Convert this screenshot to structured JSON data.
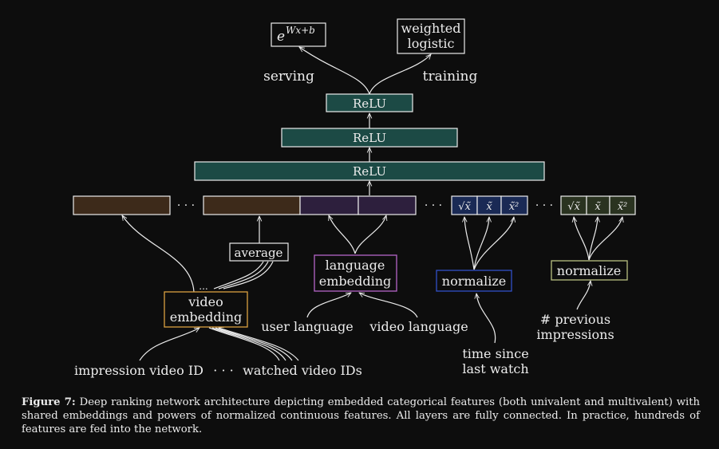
{
  "outputs": {
    "serving_formula": "e^{Wx+b}",
    "serving_base": "e",
    "serving_exponent": "Wx+b",
    "training_box_line1": "weighted",
    "training_box_line2": "logistic",
    "serving_label": "serving",
    "training_label": "training"
  },
  "layers": [
    "ReLU",
    "ReLU",
    "ReLU"
  ],
  "embedding_row": {
    "ellipsis": "· · ·",
    "video_color": "#3d2a1a",
    "language_color": "#2d1f3d",
    "normalized_color": "#1a2a55",
    "impressions_color": "#2a3320",
    "sqrt_symbol": "√x̃",
    "x_tilde": "x̃",
    "x_tilde_sq": "x̃²"
  },
  "nodes": {
    "average": "average",
    "language_embedding_line1": "language",
    "language_embedding_line2": "embedding",
    "normalize_1": "normalize",
    "normalize_2": "normalize",
    "video_embedding_line1": "video",
    "video_embedding_line2": "embedding",
    "small_ellipsis": "...",
    "user_language": "user language",
    "video_language": "video language",
    "time_since_line1": "time since",
    "time_since_line2": "last watch",
    "prev_impressions_line1": "# previous",
    "prev_impressions_line2": "impressions",
    "impression_video_id": "impression video ID",
    "bottom_ellipsis": "· · ·",
    "watched_video_ids": "watched video IDs"
  },
  "colors": {
    "relu_fill": "#1c4a45",
    "video_border": "#d9a040",
    "language_border": "#b565c8",
    "normalize_border": "#3050c8",
    "impressions_border": "#b8c080"
  },
  "caption": {
    "label": "Figure 7:",
    "text": "Deep ranking network architecture depicting embedded categorical features (both univalent and multivalent) with shared embeddings and powers of normalized continuous features.  All layers are fully connected. In practice, hundreds of features are fed into the network."
  }
}
